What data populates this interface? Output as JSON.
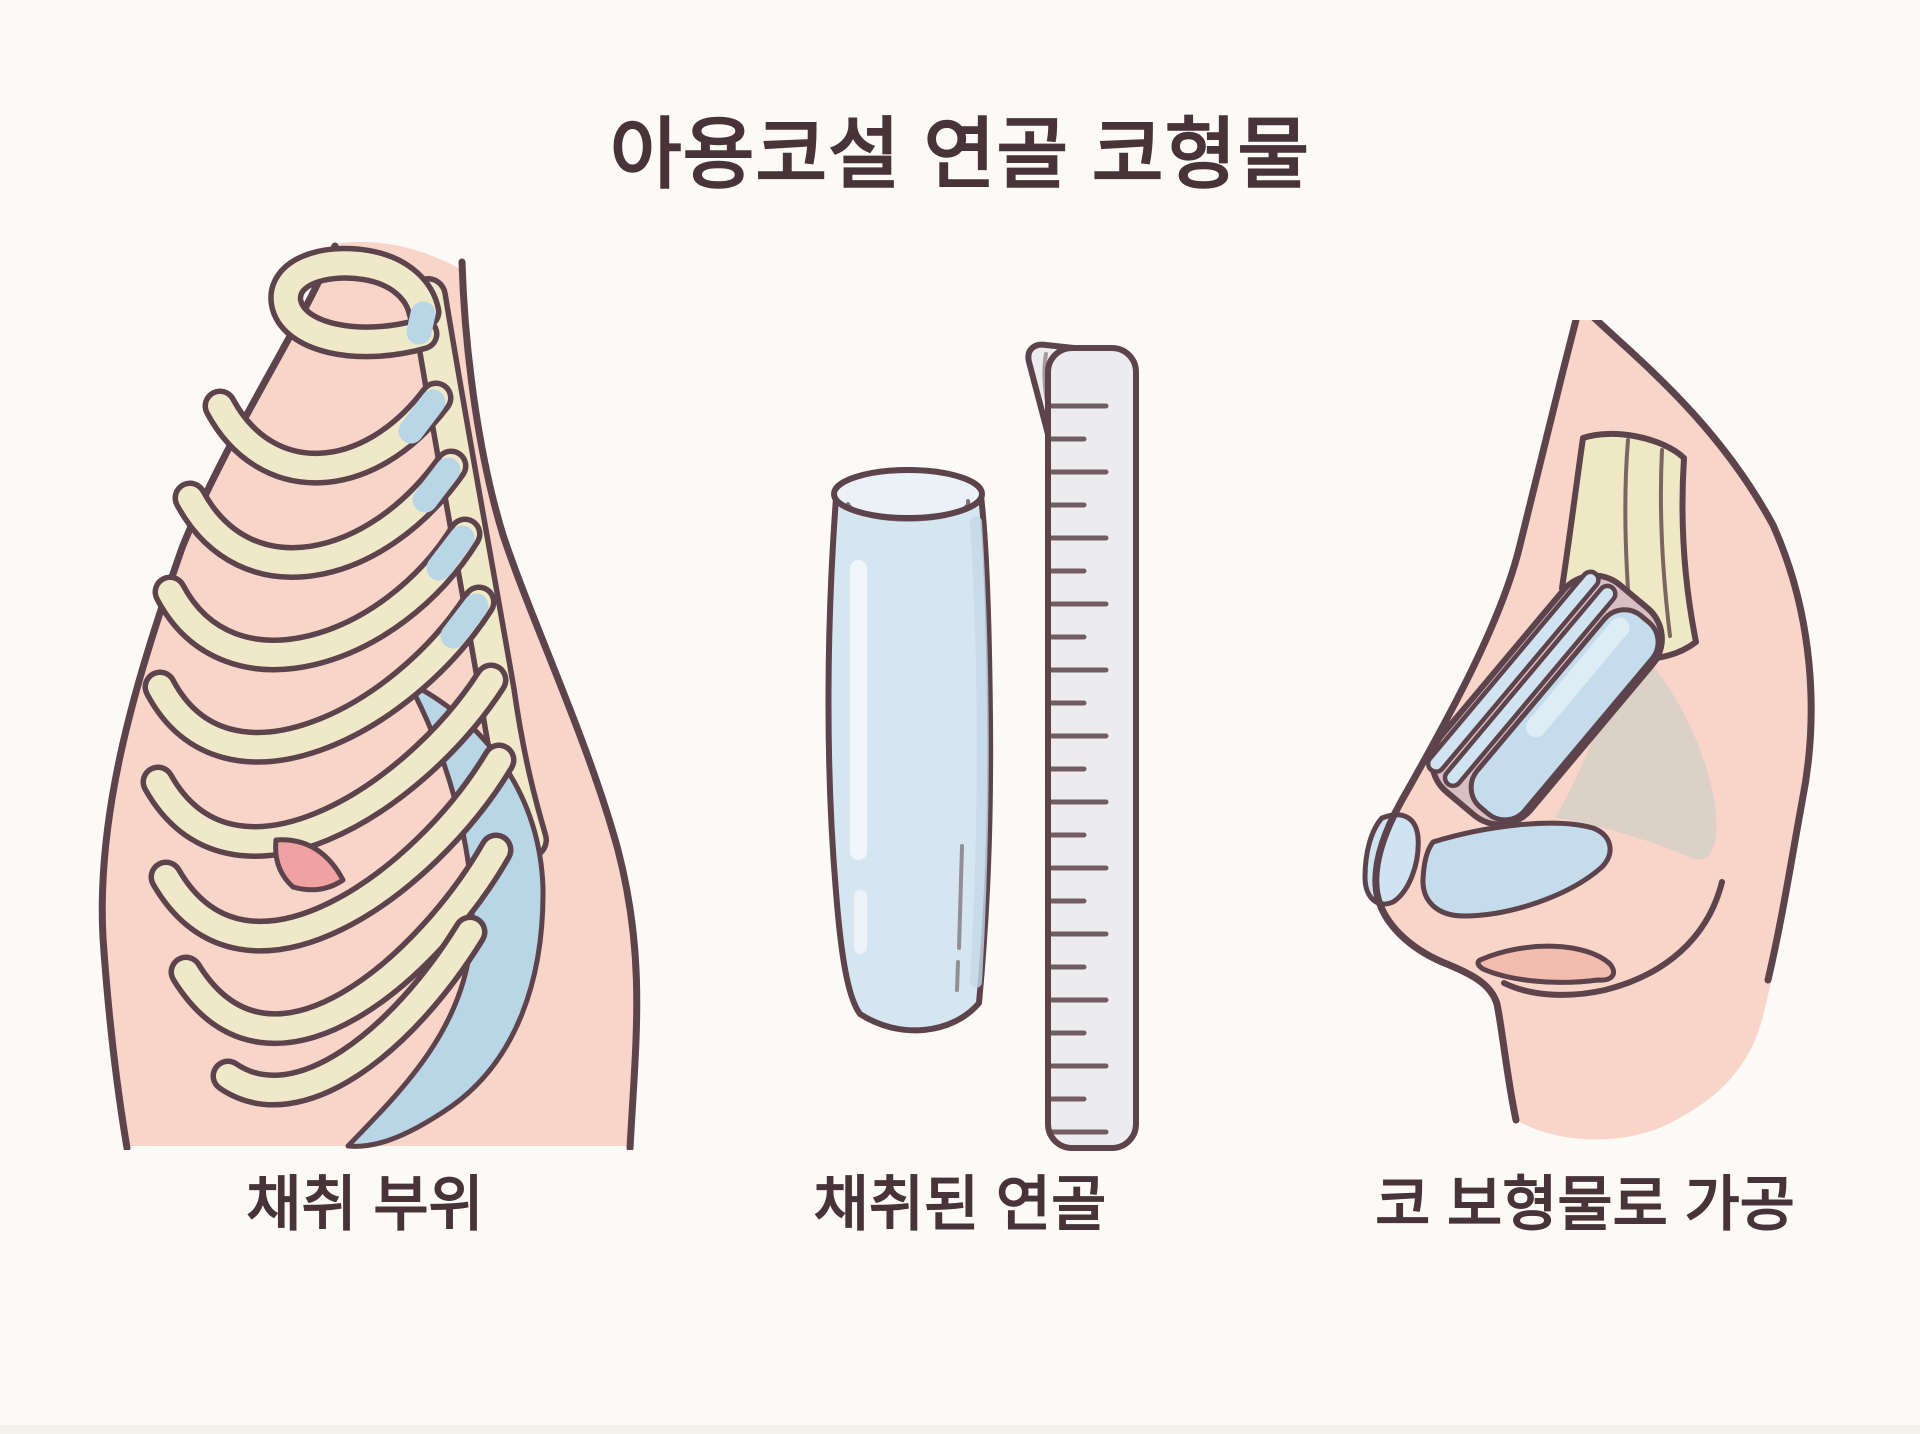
{
  "title": "아용코설 연골 코형물",
  "panels": [
    {
      "id": "harvest-site",
      "label": "채취 부위",
      "illustration": "ribcage-with-incision"
    },
    {
      "id": "harvested-cartilage",
      "label": "채취된 연골",
      "illustration": "cartilage-cylinder-and-ruler"
    },
    {
      "id": "nose-implant",
      "label": "코 보형물로 가공",
      "illustration": "nose-profile-with-implants"
    }
  ],
  "colors": {
    "background": "#fcfaf6",
    "text": "#473339",
    "outline": "#5d434b",
    "skin": "#f9d5c9",
    "skin_shade": "#f2bcae",
    "rib_cream": "#f0e9c9",
    "bone_cream": "#efe8c4",
    "cartilage_blue": "#b9d6e7",
    "implant_blue": "#c4dcec",
    "implant_light": "#cfe3f0",
    "cylinder_blue": "#d6e6f0",
    "cylinder_top": "#eaf2f7",
    "ruler_gray": "#ececee",
    "shadow_gray": "#d9d1c7",
    "wrap_mauve": "#d9bfc4",
    "incision_pink": "#f0a2a2"
  }
}
